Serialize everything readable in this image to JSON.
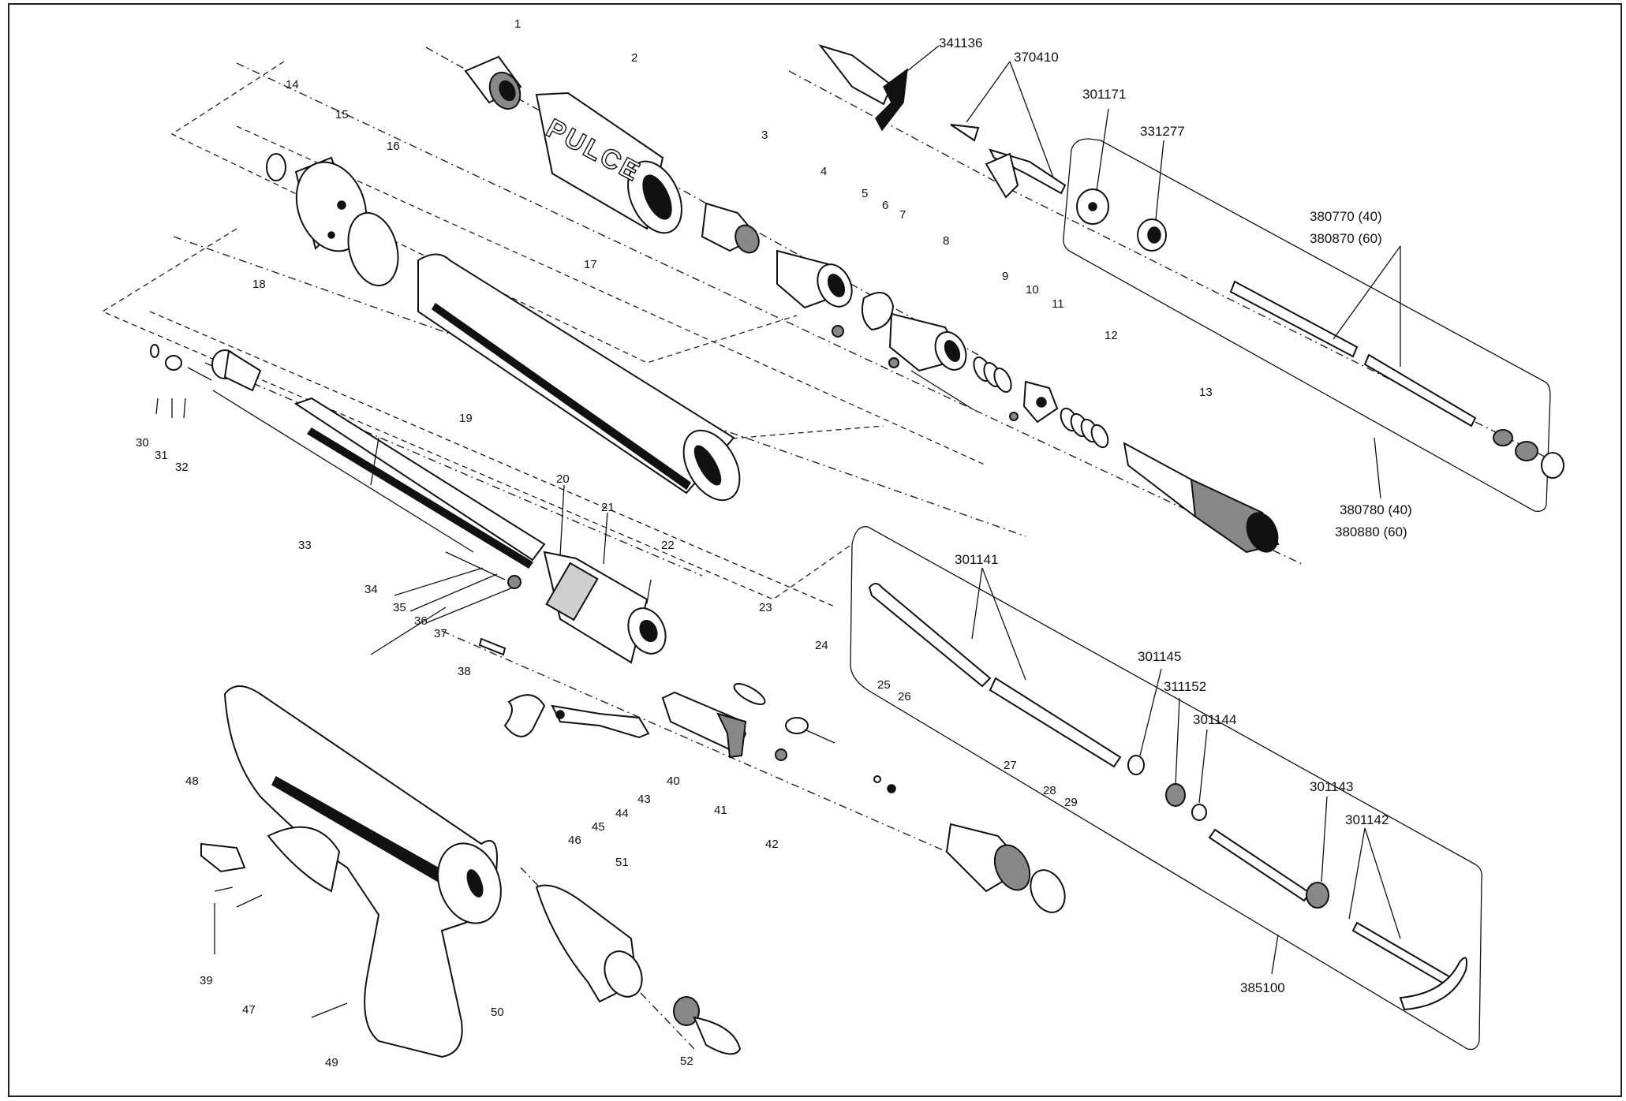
{
  "diagram": {
    "brand_lettering": "PULCE",
    "labels": {
      "n1": "1",
      "n2": "2",
      "n3": "3",
      "n4": "4",
      "n5": "5",
      "n6": "6",
      "n7": "7",
      "n8": "8",
      "n9": "9",
      "n10": "10",
      "n11": "11",
      "n12": "12",
      "n13": "13",
      "n14": "14",
      "n15": "15",
      "n16": "16",
      "n17": "17",
      "n18": "18",
      "n19": "19",
      "n20": "20",
      "n21": "21",
      "n22": "22",
      "n23": "23",
      "n24": "24",
      "n25": "25",
      "n26": "26",
      "n27": "27",
      "n28": "28",
      "n29": "29",
      "n30": "30",
      "n31": "31",
      "n32": "32",
      "n33": "33",
      "n34": "34",
      "n35": "35",
      "n36": "36",
      "n37": "37",
      "n38": "38",
      "n39": "39",
      "n40": "40",
      "n41": "41",
      "n42": "42",
      "n43": "43",
      "n44": "44",
      "n45": "45",
      "n46": "46",
      "n47": "47",
      "n48": "48",
      "n49": "49",
      "n50": "50",
      "n51": "51",
      "n52": "52"
    },
    "part_codes": {
      "c341136": "341136",
      "c370410": "370410",
      "c301171": "301171",
      "c331277": "331277",
      "c380770": "380770 (40)",
      "c380870": "380870 (60)",
      "c380780": "380780 (40)",
      "c380880": "380880 (60)",
      "c301141": "301141",
      "c301145": "301145",
      "c311152": "311152",
      "c301144": "301144",
      "c301143": "301143",
      "c301142": "301142",
      "c385100": "385100"
    }
  }
}
